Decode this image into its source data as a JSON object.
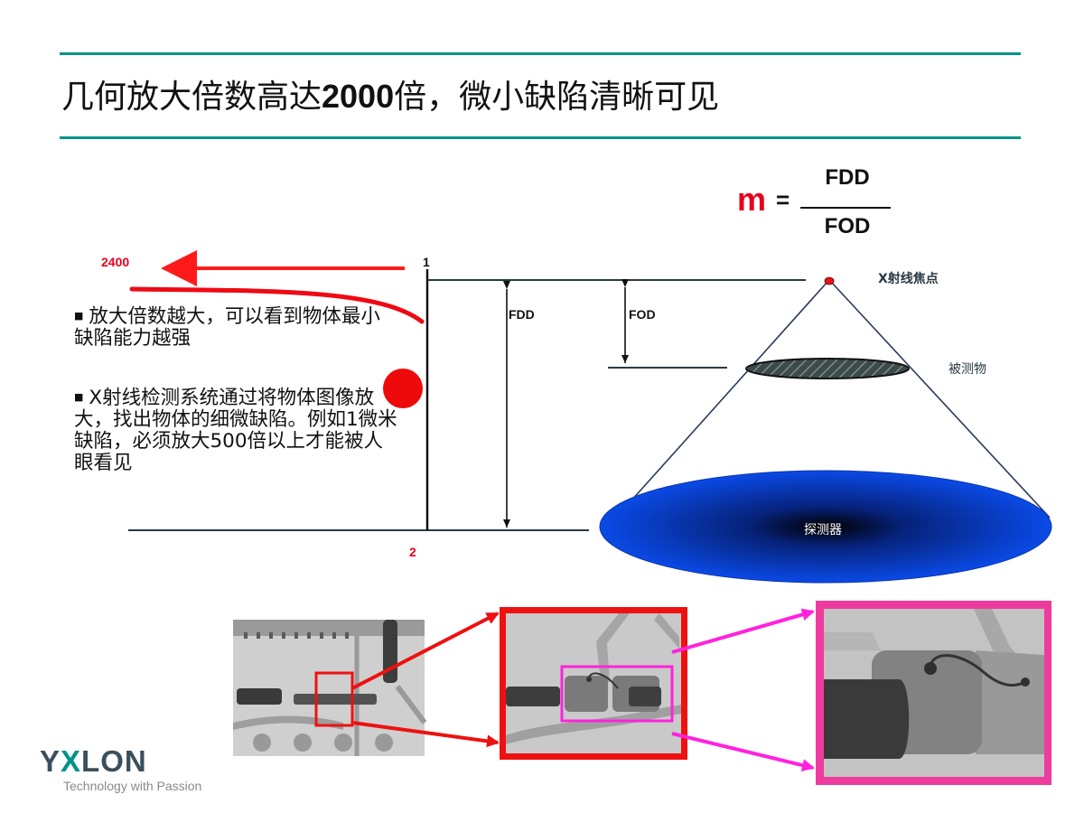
{
  "title": {
    "prefix": "几何放大倍数高达",
    "bold": "2000",
    "suffix": "倍，微小缺陷清晰可见"
  },
  "formula": {
    "symbol": "m",
    "equals": "=",
    "numerator": "FDD",
    "denominator": "FOD"
  },
  "bullets": [
    {
      "text": "放大倍数越大，可以看到物体最小缺陷能力越强"
    },
    {
      "text": "X射线检测系统通过将物体图像放大，找出物体的细微缺陷。例如1微米缺陷，必须放大500倍以上才能被人眼看见"
    }
  ],
  "labels": {
    "arrow_value": "2400",
    "line_top": "1",
    "line_bottom": "2",
    "fdd": "FDD",
    "fod": "FOD",
    "focal_spot": "X射线焦点",
    "object": "被测物",
    "detector": "探测器"
  },
  "brand": {
    "logo_left": "Y",
    "logo_x": "X",
    "logo_right": "LON",
    "tagline": "Technology with Passion"
  },
  "colors": {
    "accent": "#00928a",
    "red": "#e8001c",
    "magenta": "#ff22dd",
    "pink_frame": "#ee3b9d",
    "detector_blue": "#0a45e0",
    "arrow_red": "#ff1a1a"
  }
}
